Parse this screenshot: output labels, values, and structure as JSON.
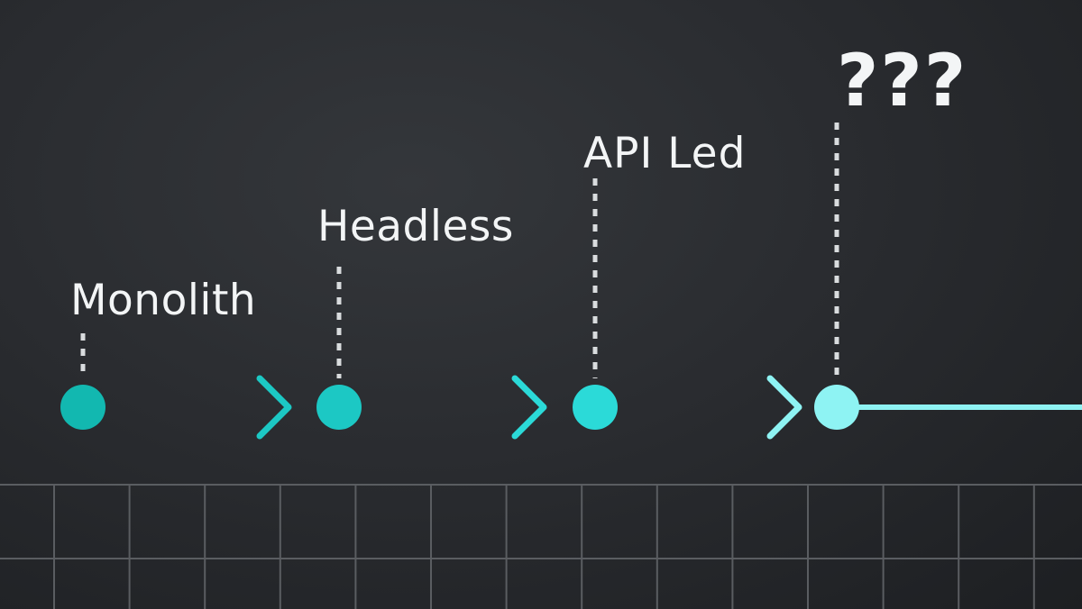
{
  "stages": [
    {
      "label": "Monolith",
      "color": "#12b8b0"
    },
    {
      "label": "Headless",
      "color": "#1cc8c4"
    },
    {
      "label": "API Led",
      "color": "#2bdad8"
    },
    {
      "label": "???",
      "color": "#8ef3f3"
    }
  ],
  "colors": {
    "background": "#2a2c30",
    "label_text": "#f3f5f6",
    "dotted_line": "#d9dcde",
    "grid_line": "#5a5d61"
  },
  "icons": {
    "node": "filled-circle",
    "connector": "arrow-right-icon"
  }
}
